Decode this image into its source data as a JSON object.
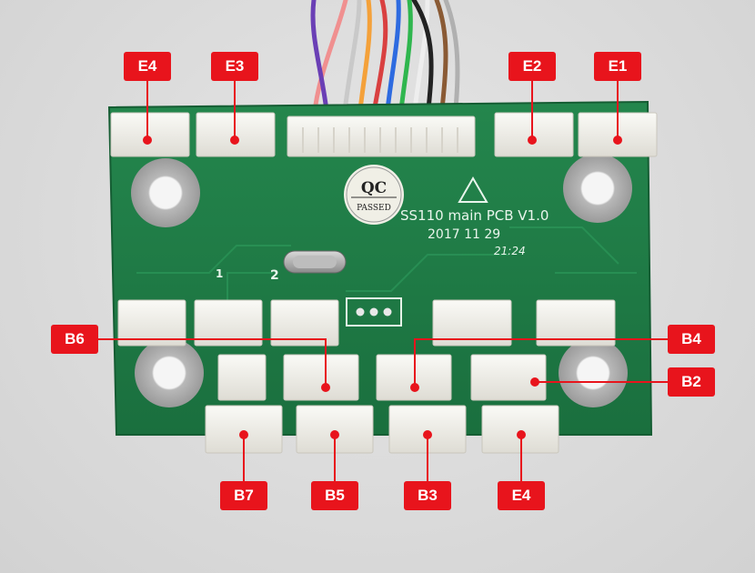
{
  "board": {
    "silkscreen_line1": "SS110 main PCB V1.0",
    "silkscreen_line2": "2017 11 29",
    "silkscreen_line3": "21:24",
    "qc_top": "QC",
    "qc_bottom": "PASSED",
    "mark_1": "1",
    "mark_2": "2"
  },
  "labels": {
    "e4_top": "E4",
    "e3": "E3",
    "e2": "E2",
    "e1": "E1",
    "b6": "B6",
    "b4": "B4",
    "b2": "B2",
    "b7": "B7",
    "b5": "B5",
    "b3": "B3",
    "e4_bottom": "E4"
  },
  "colors": {
    "label_bg": "#e8141c",
    "pcb_green": "#1f7a45",
    "connector_white": "#f3f3ee"
  }
}
